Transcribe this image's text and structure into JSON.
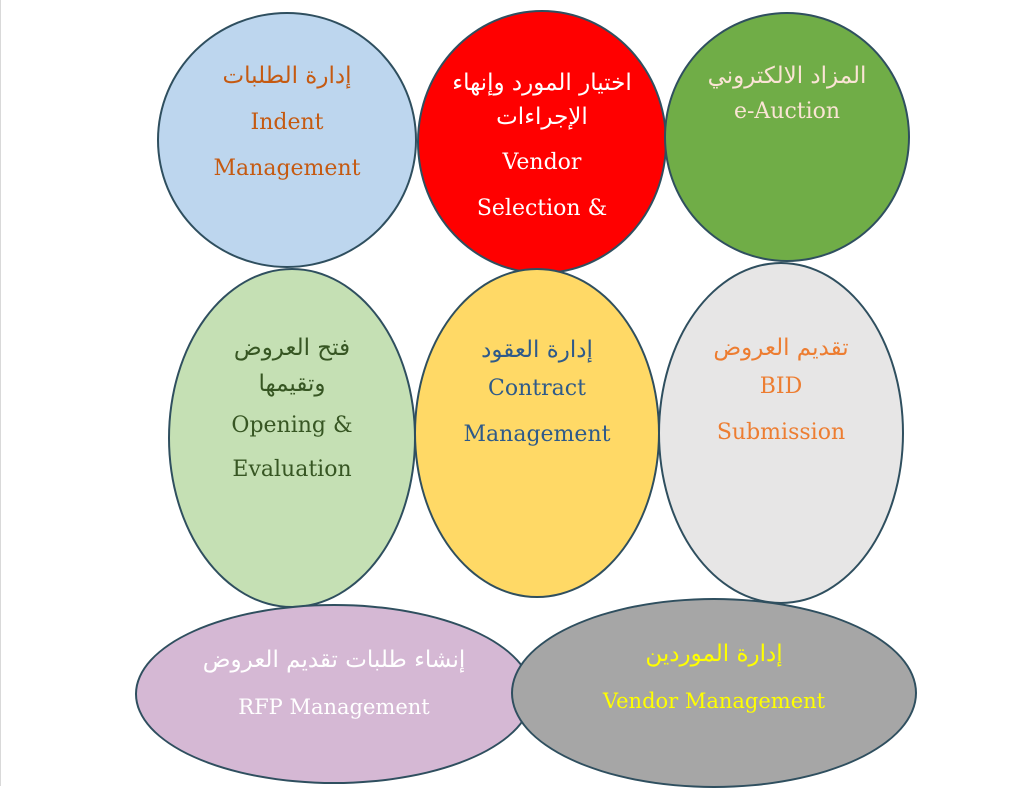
{
  "nodes": [
    {
      "id": "indent",
      "color": "#bdd6ee",
      "text_color": "#c55a11",
      "arabic": "إدارة الطلبات",
      "english": [
        "Indent",
        "Management"
      ]
    },
    {
      "id": "vendor-selection",
      "color": "#ff0000",
      "text_color": "#ffffff",
      "arabic": "اختيار المورد وإنهاء الإجراءات",
      "english": [
        "Vendor",
        "Selection &"
      ]
    },
    {
      "id": "e-auction",
      "color": "#70ad47",
      "text_color": "#fbe4d5",
      "arabic": "المزاد الالكتروني",
      "english": [
        "e-Auction"
      ]
    },
    {
      "id": "opening-evaluation",
      "color": "#c5e0b4",
      "text_color": "#375623",
      "arabic": "فتح العروض وتقيمها",
      "english": [
        "Opening &",
        "Evaluation"
      ]
    },
    {
      "id": "contract",
      "color": "#ffd966",
      "text_color": "#2e5a8a",
      "arabic": "إدارة العقود",
      "english": [
        "Contract",
        "Management"
      ]
    },
    {
      "id": "bid-submission",
      "color": "#e7e6e6",
      "text_color": "#ed7d31",
      "arabic": "تقديم العروض",
      "english": [
        "BID",
        "Submission"
      ]
    },
    {
      "id": "rfp",
      "color": "#d5b8d4",
      "text_color": "#ffffff",
      "arabic": "إنشاء طلبات تقديم العروض",
      "english": [
        "RFP Management"
      ]
    },
    {
      "id": "vendor-management",
      "color": "#a6a6a6",
      "text_color": "#ffff00",
      "arabic": "إدارة الموردين",
      "english": [
        "Vendor Management"
      ]
    }
  ]
}
